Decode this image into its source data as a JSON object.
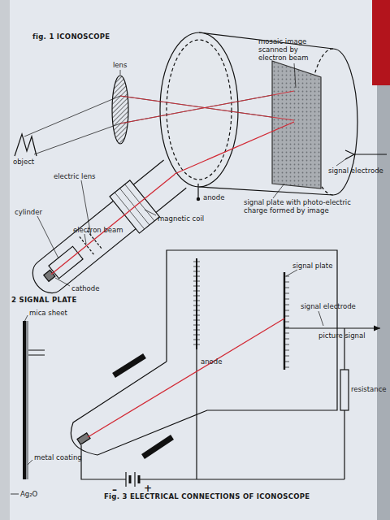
{
  "diagram": {
    "caption": "Fig. 3 ELECTRICAL CONNECTIONS OF ICONOSCOPE",
    "labels": [
      "fig. 1 ICONOSCOPE",
      "mosaic image scanned by electron beam",
      "lens",
      "object",
      "signal electrode",
      "electric lens",
      "magnetic coil",
      "cylinder",
      "electron beam",
      "cathode",
      "anode",
      "signal plate with photo-electric charge formed by image",
      "2 SIGNAL PLATE",
      "mica sheet",
      "metal coating",
      "Ag₂O",
      "signal plate",
      "signal electrode",
      "picture signal",
      "anode",
      "resistance",
      "–",
      "+"
    ]
  }
}
